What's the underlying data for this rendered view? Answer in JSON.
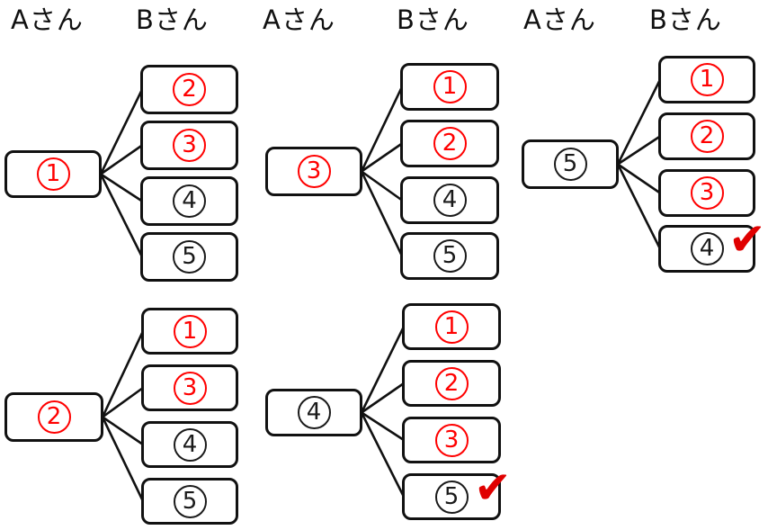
{
  "headers": [
    "Aさん",
    "Bさん",
    "Aさん",
    "Bさん",
    "Aさん",
    "Bさん"
  ],
  "colors": {
    "red": "#ff0000",
    "black": "#1a1a1a",
    "check_red": "#e00000",
    "line": "#111111"
  },
  "check_icon": "✔",
  "groups": [
    {
      "a": {
        "value": "1",
        "color": "red"
      },
      "b": [
        {
          "value": "2",
          "color": "red"
        },
        {
          "value": "3",
          "color": "red"
        },
        {
          "value": "4",
          "color": "black"
        },
        {
          "value": "5",
          "color": "black"
        }
      ]
    },
    {
      "a": {
        "value": "3",
        "color": "red"
      },
      "b": [
        {
          "value": "1",
          "color": "red"
        },
        {
          "value": "2",
          "color": "red"
        },
        {
          "value": "4",
          "color": "black"
        },
        {
          "value": "5",
          "color": "black"
        }
      ]
    },
    {
      "a": {
        "value": "5",
        "color": "black"
      },
      "b": [
        {
          "value": "1",
          "color": "red"
        },
        {
          "value": "2",
          "color": "red"
        },
        {
          "value": "3",
          "color": "red"
        },
        {
          "value": "4",
          "color": "black",
          "check": true
        }
      ]
    },
    {
      "a": {
        "value": "2",
        "color": "red"
      },
      "b": [
        {
          "value": "1",
          "color": "red"
        },
        {
          "value": "3",
          "color": "red"
        },
        {
          "value": "4",
          "color": "black"
        },
        {
          "value": "5",
          "color": "black"
        }
      ]
    },
    {
      "a": {
        "value": "4",
        "color": "black"
      },
      "b": [
        {
          "value": "1",
          "color": "red"
        },
        {
          "value": "2",
          "color": "red"
        },
        {
          "value": "3",
          "color": "red"
        },
        {
          "value": "5",
          "color": "black",
          "check": true
        }
      ]
    }
  ]
}
